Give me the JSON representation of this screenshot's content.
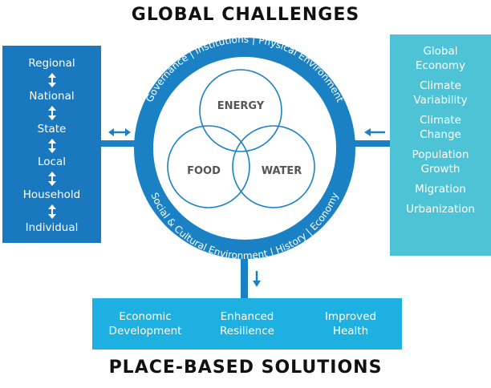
{
  "titles": {
    "top": "GLOBAL CHALLENGES",
    "bottom": "PLACE-BASED SOLUTIONS"
  },
  "scales": {
    "items": [
      "Regional",
      "National",
      "State",
      "Local",
      "Household",
      "Individual"
    ],
    "connector_icon": "double-vertical-arrow-icon"
  },
  "drivers": {
    "items": [
      "Global Economy",
      "Climate Variability",
      "Climate Change",
      "Population Growth",
      "Migration",
      "Urbanization"
    ]
  },
  "ring": {
    "top_text": "Governance | Institutions | Physical Environment",
    "bottom_text": "Social & Cultural Environment | History | Economy"
  },
  "venn": {
    "circles": [
      "ENERGY",
      "FOOD",
      "WATER"
    ]
  },
  "solutions": {
    "items": [
      {
        "line1": "Economic",
        "line2": "Development"
      },
      {
        "line1": "Enhanced",
        "line2": "Resilience"
      },
      {
        "line1": "Improved",
        "line2": "Health"
      }
    ]
  },
  "colors": {
    "dark_blue": "#1a78bf",
    "light_teal": "#4ec3d6",
    "mid_blue": "#1eb0e0",
    "ring_blue": "#1a82c4"
  }
}
